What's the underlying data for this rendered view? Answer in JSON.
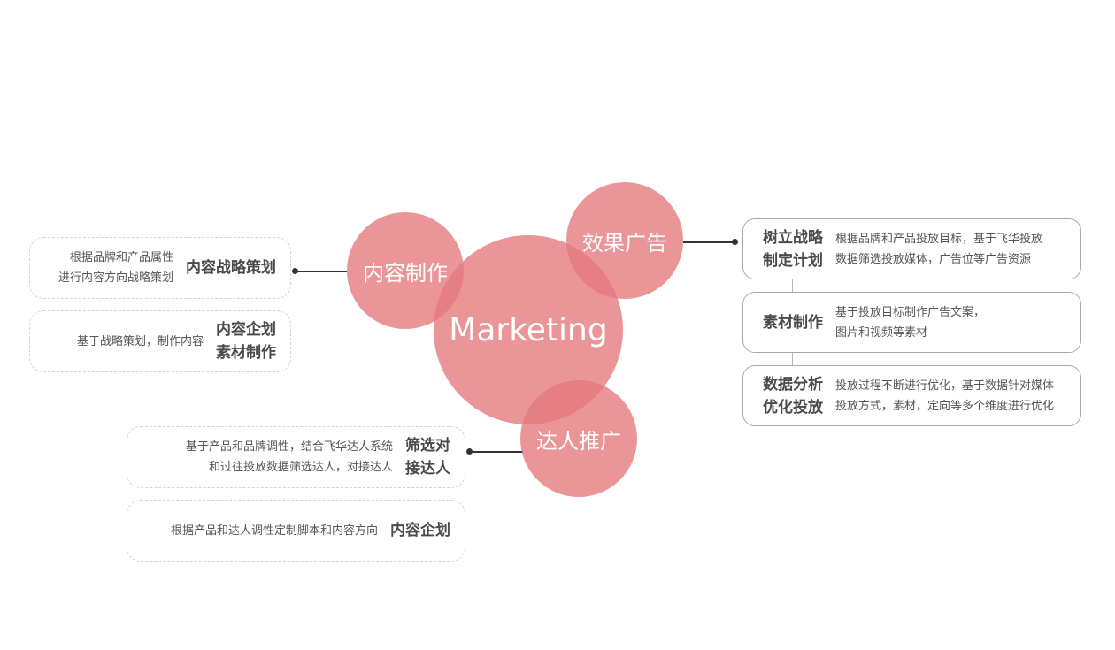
{
  "center": {
    "label": "Marketing"
  },
  "hubs": {
    "content_production": "内容制作",
    "performance_ads": "效果广告",
    "talent_promotion": "达人推广"
  },
  "left_upper": [
    {
      "title": "内容战略策划",
      "desc_line1": "根据品牌和产品属性",
      "desc_line2": "进行内容方向战略策划"
    },
    {
      "title_line1": "内容企划",
      "title_line2": "素材制作",
      "desc": "基于战略策划，制作内容"
    }
  ],
  "left_lower": [
    {
      "title_line1": "筛选对",
      "title_line2": "接达人",
      "desc_line1": "基于产品和品牌调性，结合飞华达人系统",
      "desc_line2": "和过往投放数据筛选达人，对接达人"
    },
    {
      "title": "内容企划",
      "desc": "根据产品和达人调性定制脚本和内容方向"
    }
  ],
  "right": [
    {
      "title_line1": "树立战略",
      "title_line2": "制定计划",
      "desc_line1": "根据品牌和产品投放目标，基于飞华投放",
      "desc_line2": "数据筛选投放媒体，广告位等广告资源"
    },
    {
      "title": "素材制作",
      "desc_line1": "基于投放目标制作广告文案，",
      "desc_line2": "图片和视频等素材"
    },
    {
      "title_line1": "数据分析",
      "title_line2": "优化投放",
      "desc_line1": "投放过程不断进行优化，基于数据针对媒体",
      "desc_line2": "投放方式，素材，定向等多个维度进行优化"
    }
  ],
  "colors": {
    "bubble": "#e4787c",
    "overlap": "#d94a52",
    "connector": "#333333"
  }
}
